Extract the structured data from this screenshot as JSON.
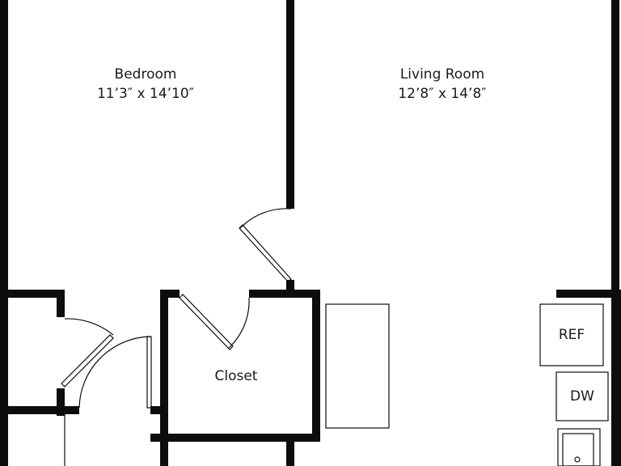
{
  "rooms": [
    {
      "name": "Bedroom",
      "dimensions": "11’3″ x 14’10″"
    },
    {
      "name": "Living Room",
      "dimensions": "12’8″ x 14’8″"
    },
    {
      "name": "Closet",
      "dimensions": ""
    }
  ],
  "fixtures": [
    "REF",
    "DW"
  ],
  "colors": {
    "wall": "#0d0d0d",
    "background": "#ffffff"
  }
}
